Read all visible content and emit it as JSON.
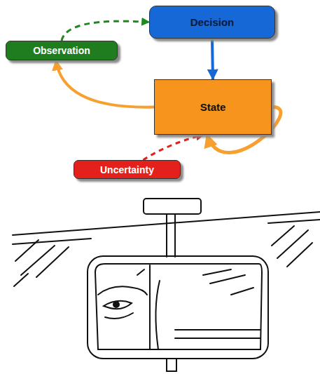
{
  "diagram": {
    "nodes": [
      {
        "text": [
          "Decision"
        ]
      },
      {
        "text": [
          "Observation"
        ]
      },
      {
        "text": [
          "State"
        ]
      },
      {
        "text": [
          "Uncertainty"
        ]
      }
    ],
    "edges": [
      {
        "from": 1,
        "to": 0,
        "arrow": "to"
      },
      {
        "from": 0,
        "to": 2,
        "arrow": "to"
      },
      {
        "from": 2,
        "to": 1,
        "arrow": "to"
      },
      {
        "from": 2,
        "to": 2,
        "arrow": "to"
      },
      {
        "from": 3,
        "to": 2,
        "arrow": "to"
      }
    ]
  }
}
